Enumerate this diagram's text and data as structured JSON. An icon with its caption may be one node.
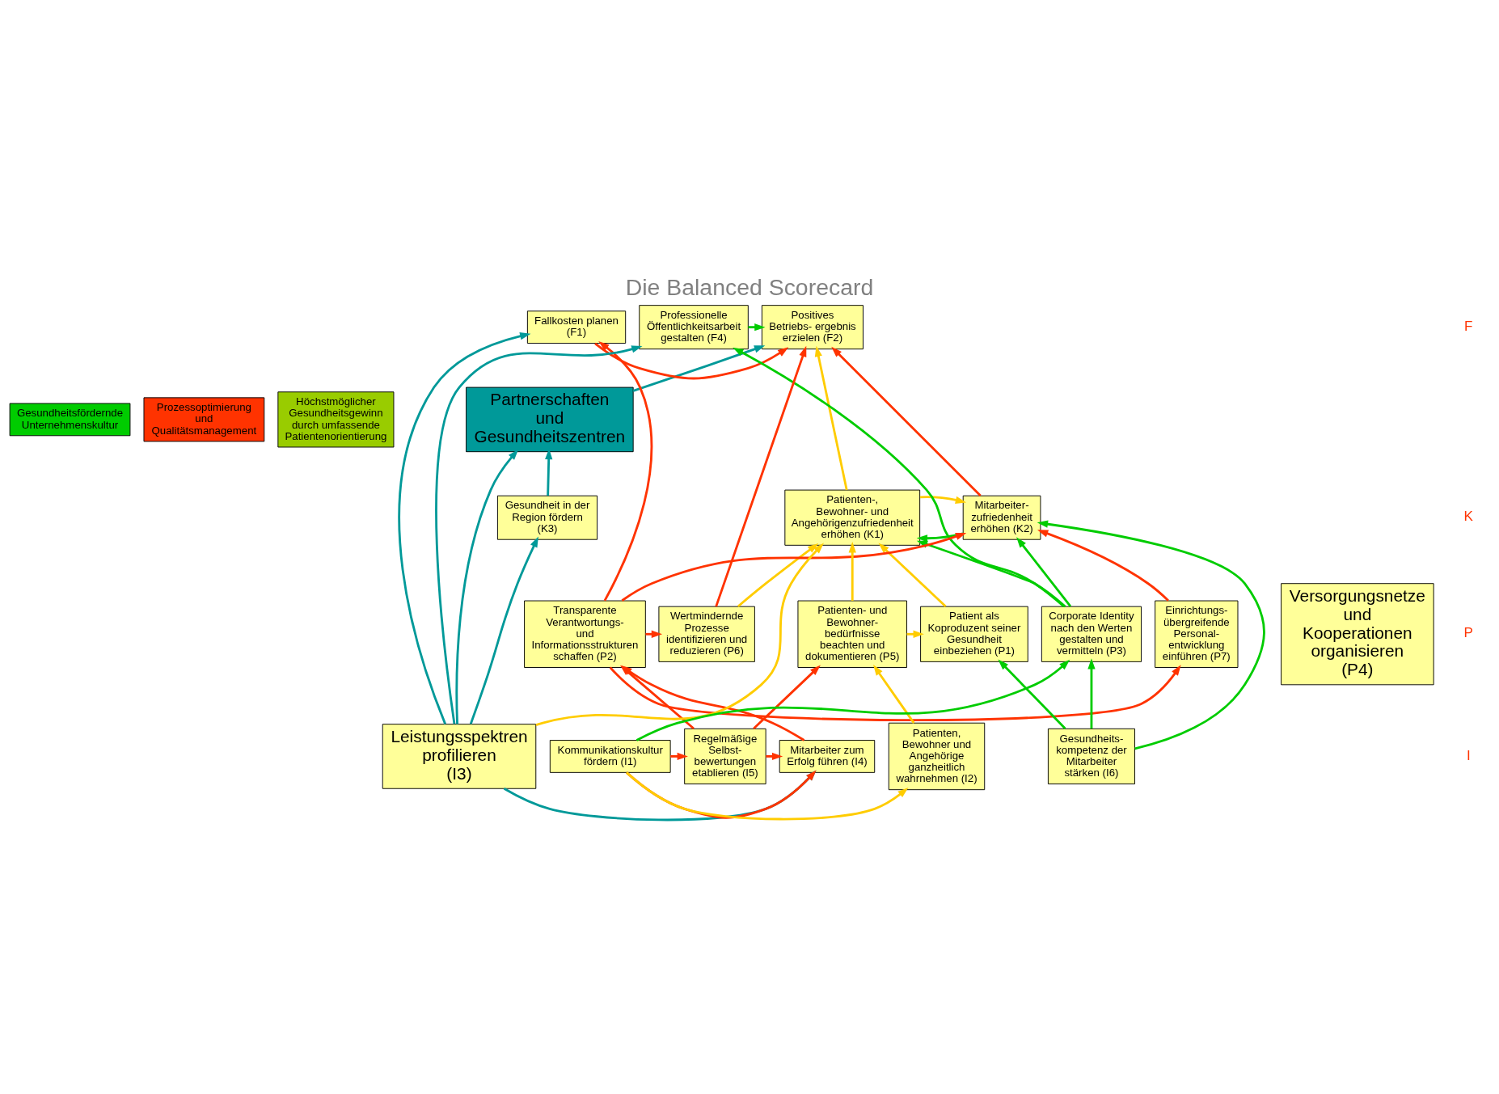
{
  "diagram": {
    "title": "Die Balanced Scorecard",
    "nodes": [
      {
        "text": [
          "Gesundheitsfördernde Unternehmenskultur"
        ]
      },
      {
        "text": [
          "Prozessoptimierung und Qualitätsmanagement"
        ]
      },
      {
        "text": [
          "Höchstmöglicher Gesundheitsgewinn durch umfassende Patientenorientierung"
        ]
      },
      {
        "text": [
          "Partnerschaften und Gesundheitszentren"
        ]
      },
      {
        "text": [
          "Professionelle Öffentlichkeitsarbeit gestalten (F4)"
        ]
      },
      {
        "text": [
          "Positives Betriebs- ergebnis erzielen (F2)"
        ]
      },
      {
        "text": [
          "Fallkosten planen (F1)"
        ]
      },
      {
        "text": [
          "Mitarbeiter- zufriedenheit erhöhen (K2)"
        ]
      },
      {
        "text": [
          "Patienten-, Bewohner- und Angehörigenzufriedenheit erhöhen (K1)"
        ]
      },
      {
        "text": [
          "Gesundheit in der Region fördern (K3)"
        ]
      },
      {
        "text": [
          "Patient als Koproduzent seiner Gesundheit einbeziehen (P1)"
        ]
      },
      {
        "text": [
          "Versorgungsnetze und Kooperationen organisieren (P4)"
        ]
      },
      {
        "text": [
          "Corporate Identity nach den Werten gestalten und vermitteln (P3)"
        ]
      },
      {
        "text": [
          "Einrichtungs- übergreifende Personal- entwicklung einführen (P7)"
        ]
      },
      {
        "text": [
          "Wertmindernde Prozesse identifizieren und reduzieren (P6)"
        ]
      },
      {
        "text": [
          "Transparente Verantwortungs- und Informationsstrukturen schaffen (P2)"
        ]
      },
      {
        "text": [
          "Patienten- und Bewohner- bedürfnisse beachten und dokumentieren (P5)"
        ]
      },
      {
        "text": [
          "Gesundheits- kompetenz der Mitarbeiter stärken (I6)"
        ]
      },
      {
        "text": [
          "Mitarbeiter zum Erfolg führen (I4)"
        ]
      },
      {
        "text": [
          "Regelmäßige Selbst- bewertungen etablieren (I5)"
        ]
      },
      {
        "text": [
          "Patienten, Bewohner und Angehörige ganzheitlich wahrnehmen (I2)"
        ]
      },
      {
        "text": [
          "Leistungsspektren profilieren (I3)"
        ]
      },
      {
        "text": [
          "Kommunikationskultur fördern (I1)"
        ]
      }
    ],
    "edges": [
      {
        "from": 4,
        "to": 5,
        "arrow": "to",
        "color": "#00cc00"
      },
      {
        "from": 21,
        "to": 4,
        "arrow": "to",
        "color": "#009999"
      },
      {
        "from": 3,
        "to": 5,
        "arrow": "to",
        "color": "#009999"
      },
      {
        "from": 21,
        "to": 6,
        "arrow": "to",
        "color": "#009999"
      },
      {
        "from": 21,
        "to": 9,
        "arrow": "to",
        "color": "#009999"
      },
      {
        "from": 9,
        "to": 3,
        "arrow": "to",
        "color": "#009999"
      },
      {
        "from": 21,
        "to": 3,
        "arrow": "to",
        "color": "#009999"
      },
      {
        "from": 21,
        "to": 18,
        "arrow": "to",
        "color": "#009999"
      },
      {
        "from": 8,
        "to": 5,
        "arrow": "to",
        "color": "#ffcc00"
      },
      {
        "from": 8,
        "to": 7,
        "arrow": "to",
        "color": "#ffcc00"
      },
      {
        "from": 21,
        "to": 8,
        "arrow": "to",
        "color": "#ffcc00"
      },
      {
        "from": 14,
        "to": 8,
        "arrow": "to",
        "color": "#ffcc00"
      },
      {
        "from": 16,
        "to": 8,
        "arrow": "to",
        "color": "#ffcc00"
      },
      {
        "from": 10,
        "to": 8,
        "arrow": "to",
        "color": "#ffcc00"
      },
      {
        "from": 16,
        "to": 10,
        "arrow": "to",
        "color": "#ffcc00"
      },
      {
        "from": 20,
        "to": 16,
        "arrow": "to",
        "color": "#ffcc00"
      },
      {
        "from": 22,
        "to": 20,
        "arrow": "to",
        "color": "#ffcc00"
      },
      {
        "from": 7,
        "to": 5,
        "arrow": "to",
        "color": "#ff3300"
      },
      {
        "from": 6,
        "to": 5,
        "arrow": "to",
        "color": "#ff3300"
      },
      {
        "from": 14,
        "to": 5,
        "arrow": "to",
        "color": "#ff3300"
      },
      {
        "from": 15,
        "to": 6,
        "arrow": "to",
        "color": "#ff3300"
      },
      {
        "from": 15,
        "to": 7,
        "arrow": "to",
        "color": "#ff3300"
      },
      {
        "from": 13,
        "to": 7,
        "arrow": "to",
        "color": "#ff3300"
      },
      {
        "from": 15,
        "to": 13,
        "arrow": "to",
        "color": "#ff3300"
      },
      {
        "from": 15,
        "to": 14,
        "arrow": "to",
        "color": "#ff3300"
      },
      {
        "from": 18,
        "to": 15,
        "arrow": "to",
        "color": "#ff3300"
      },
      {
        "from": 19,
        "to": 15,
        "arrow": "to",
        "color": "#ff3300"
      },
      {
        "from": 19,
        "to": 18,
        "arrow": "to",
        "color": "#ff3300"
      },
      {
        "from": 22,
        "to": 18,
        "arrow": "to",
        "color": "#ff3300"
      },
      {
        "from": 22,
        "to": 19,
        "arrow": "to",
        "color": "#ff3300"
      },
      {
        "from": 19,
        "to": 16,
        "arrow": "to",
        "color": "#ff3300"
      },
      {
        "from": 12,
        "to": 4,
        "arrow": "to",
        "color": "#00cc00"
      },
      {
        "from": 17,
        "to": 7,
        "arrow": "to",
        "color": "#00cc00"
      },
      {
        "from": 17,
        "to": 10,
        "arrow": "to",
        "color": "#00cc00"
      },
      {
        "from": 12,
        "to": 7,
        "arrow": "to",
        "color": "#00cc00"
      },
      {
        "from": 12,
        "to": 8,
        "arrow": "to",
        "color": "#00cc00"
      },
      {
        "from": 7,
        "to": 8,
        "arrow": "to",
        "color": "#00cc00"
      },
      {
        "from": 17,
        "to": 12,
        "arrow": "to",
        "color": "#00cc00"
      },
      {
        "from": 22,
        "to": 12,
        "arrow": "to",
        "color": "#00cc00"
      }
    ],
    "labels": [
      "F",
      "K",
      "P",
      "I"
    ]
  }
}
